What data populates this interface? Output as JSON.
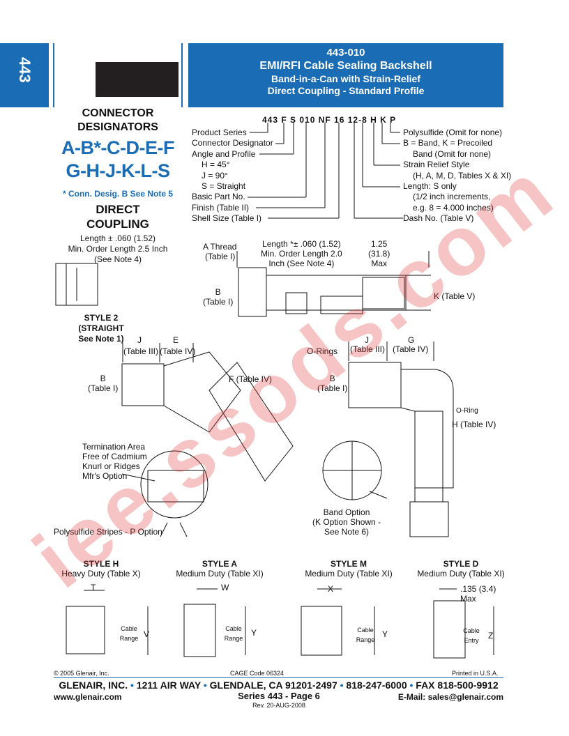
{
  "side_tab": "443",
  "title": {
    "part_number": "443-010",
    "line1": "EMI/RFI Cable Sealing Backshell",
    "line2": "Band-in-a-Can with Strain-Relief",
    "line3": "Direct Coupling - Standard Profile"
  },
  "left": {
    "connector_designators": "CONNECTOR",
    "connector_designators2": "DESIGNATORS",
    "desig_line1": "A-B*-C-D-E-F",
    "desig_line2": "G-H-J-K-L-S",
    "note": "* Conn. Desig. B See Note 5",
    "direct": "DIRECT",
    "coupling": "COUPLING",
    "length1": "Length ± .060 (1.52)",
    "length2": "Min. Order Length 2.5 Inch",
    "length3": "(See Note 4)",
    "style2_1": "STYLE 2",
    "style2_2": "(STRAIGHT",
    "style2_3": "See Note 1)"
  },
  "part_code": "443 F S 010 NF 16 12-8 H K P",
  "pn_left": [
    "Product Series",
    "Connector Designator",
    "Angle and Profile",
    "H = 45°",
    "J = 90°",
    "S = Straight",
    "Basic Part No.",
    "Finish (Table II)",
    "Shell Size (Table I)"
  ],
  "pn_right": [
    "Polysulfide (Omit for none)",
    "B = Band, K = Precoiled",
    "Band (Omit for none)",
    "Strain Relief Style",
    "(H, A, M, D, Tables X & XI)",
    "Length: S only",
    "(1/2 inch increments,",
    "e.g. 8 = 4.000 inches)",
    "Dash No. (Table V)"
  ],
  "labels": {
    "a_thread": "A Thread",
    "table_i": "(Table I)",
    "length_top1": "Length *± .060 (1.52)",
    "length_top2": "Min. Order Length 2.0",
    "length_top3": "Inch (See Note 4)",
    "max1": "1.25",
    "max2": "(31.8)",
    "max3": "Max",
    "b": "B",
    "k_table": "K (Table V)",
    "j": "J",
    "e": "E",
    "g": "G",
    "table_iii": "(Table III)",
    "table_iv": "(Table IV)",
    "f_table": "F (Table IV)",
    "o_rings": "O-Rings",
    "o_ring": "O-Ring",
    "h_table": "H (Table IV)",
    "term1": "Termination Area",
    "term2": "Free of Cadmium",
    "term3": "Knurl or Ridges",
    "term4": "Mfr's Option",
    "polysulfide": "Polysulfide Stripes - P Option",
    "band1": "Band Option",
    "band2": "(K Option Shown -",
    "band3": "See Note 6)"
  },
  "styles": [
    {
      "title": "STYLE H",
      "sub": "Heavy Duty (Table X)",
      "dim1": "T",
      "dim2": "V",
      "inner": "Cable Range"
    },
    {
      "title": "STYLE A",
      "sub": "Medium Duty (Table XI)",
      "dim1": "W",
      "dim2": "Y",
      "inner": "Cable Range"
    },
    {
      "title": "STYLE M",
      "sub": "Medium Duty (Table XI)",
      "dim1": "X",
      "dim2": "Y",
      "inner": "Cable Range"
    },
    {
      "title": "STYLE D",
      "sub": "Medium Duty (Table XI)",
      "dim1": ".135 (3.4) Max",
      "dim2": "Z",
      "inner": "Cable Entry"
    }
  ],
  "footer": {
    "copyright": "© 2005 Glenair, Inc.",
    "cage": "CAGE Code 06324",
    "printed": "Printed in U.S.A.",
    "company": "GLENAIR, INC.",
    "address": "1211 AIR WAY",
    "city": "GLENDALE, CA 91201-2497",
    "phone": "818-247-6000",
    "fax": "FAX 818-500-9912",
    "web": "www.glenair.com",
    "series": "Series 443 - Page 6",
    "rev": "Rev. 20-AUG-2008",
    "email": "E-Mail: sales@glenair.com"
  },
  "watermark": "iee.ssods.com",
  "colors": {
    "brand_blue": "#1a6db5",
    "watermark_red": "#e03030"
  }
}
